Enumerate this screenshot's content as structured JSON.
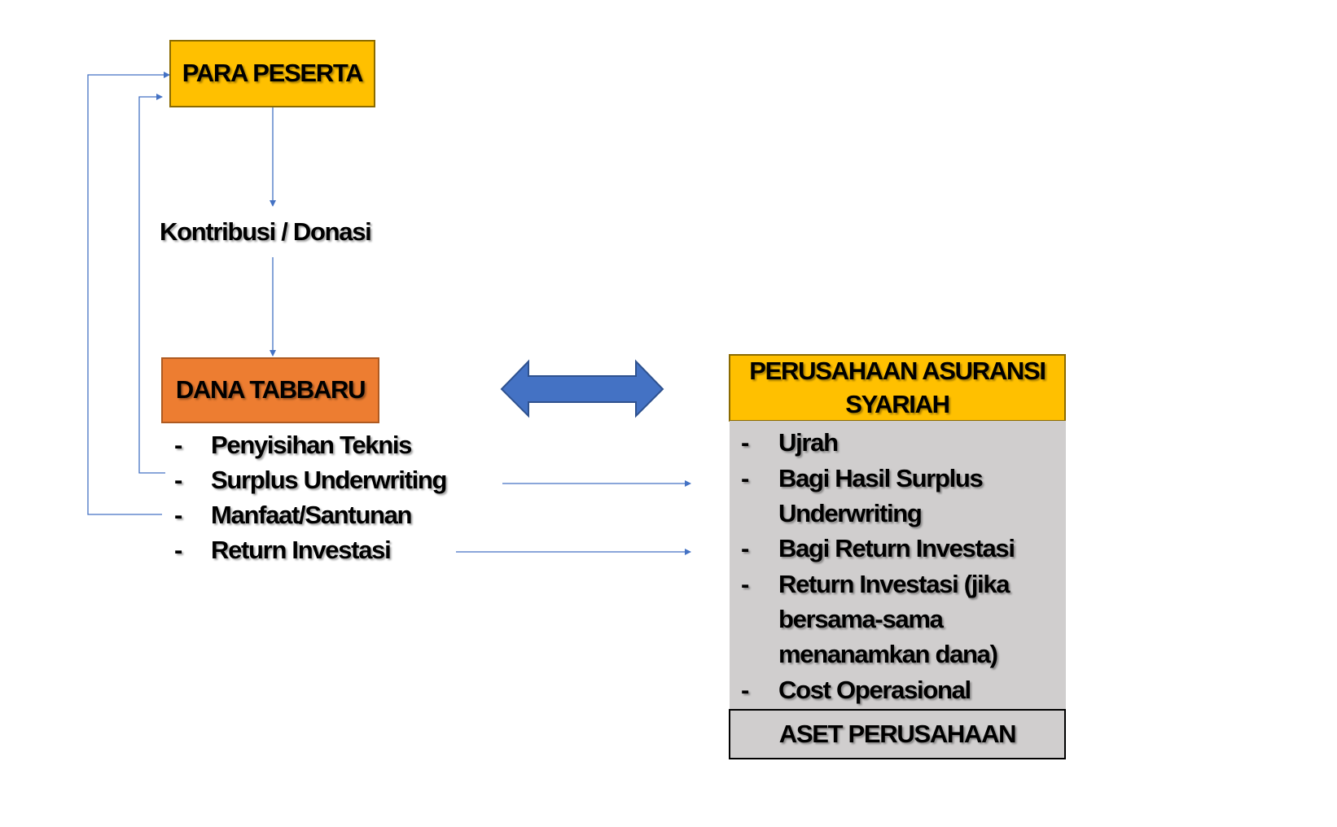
{
  "nodes": {
    "para_peserta": "PARA PESERTA",
    "kontribusi": "Kontribusi / Donasi",
    "dana_tabbaru": "DANA TABBARU",
    "perusahaan": "PERUSAHAAN ASURANSI SYARIAH",
    "aset": "ASET PERUSAHAAN"
  },
  "dana_items": [
    "Penyisihan Teknis",
    "Surplus Underwriting",
    "Manfaat/Santunan",
    "Return Investasi"
  ],
  "perusahaan_items": [
    "Ujrah",
    "Bagi Hasil Surplus",
    "Underwriting",
    "Bagi Return Investasi",
    "Return Investasi (jika",
    "bersama-sama",
    "menanamkan dana)",
    "Cost Operasional"
  ],
  "bullet": "-",
  "colors": {
    "gold": "#FFC000",
    "orange": "#ED7D31",
    "blue": "#4472C4",
    "grey": "#D0CECE"
  }
}
